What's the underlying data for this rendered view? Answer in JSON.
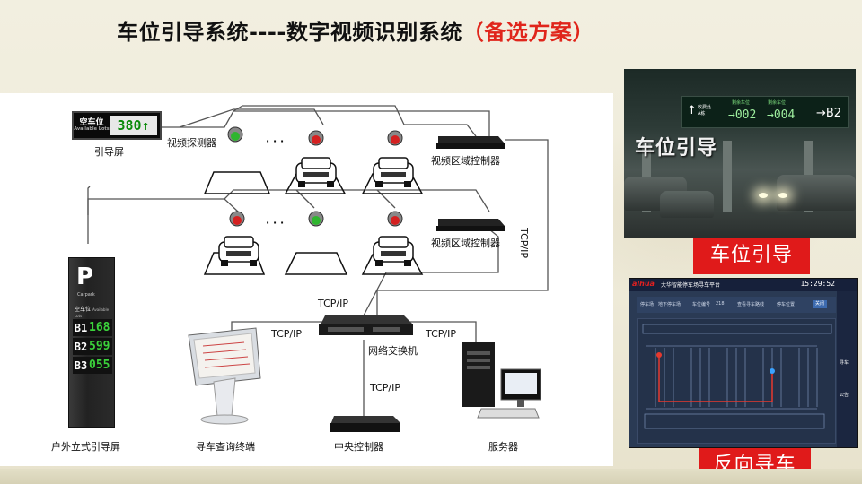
{
  "slide": {
    "title_main": "车位引导系统----数字视频识别系统",
    "title_highlight": "（备选方案）"
  },
  "diagram": {
    "guide_screen": {
      "label_cn": "空车位",
      "label_en": "Available Lots",
      "value": "380",
      "arrow": "up-arrow-icon"
    },
    "labels": {
      "guide_screen": "引导屏",
      "video_detector": "视频探测器",
      "dots1": "· · ·",
      "dots2": "· · ·",
      "zone_controller_1": "视频区域控制器",
      "zone_controller_2": "视频区域控制器",
      "tcp_ip_vertical": "TCP/IP",
      "tcp_ip_top": "TCP/IP",
      "tcp_ip_left": "TCP/IP",
      "tcp_ip_right": "TCP/IP",
      "tcp_ip_bottom": "TCP/IP",
      "switch": "网络交换机",
      "outdoor_sign": "户外立式引导屏",
      "query_terminal": "寻车查询终端",
      "central_controller": "中央控制器",
      "server": "服务器"
    },
    "outdoor_sign": {
      "letter": "P",
      "sub": "Carpark",
      "label_cn": "空车位",
      "label_en": "Available Lots",
      "rows": [
        {
          "level": "B1",
          "count": "168"
        },
        {
          "level": "B2",
          "count": "599"
        },
        {
          "level": "B3",
          "count": "055"
        }
      ]
    },
    "colors": {
      "detector_green": "#2fb52f",
      "detector_red": "#d42020",
      "display_green": "#0a8a0a"
    }
  },
  "photo_guide": {
    "sign_left": "↑",
    "sign_left_small": "收费处\nA栋",
    "sign_col1": "剩余车位",
    "sign_col2": "剩余车位",
    "sign_val1": "→002",
    "sign_val2": "→004",
    "sign_right": "→B2",
    "overlay": "车位引导",
    "caption": "车位引导"
  },
  "screen_reverse": {
    "logo": "alhua",
    "title": "大华智能停车场寻车平台",
    "clock": "15:29:52",
    "info": [
      "停车场",
      "地下停车场",
      "车位编号",
      "218",
      "查看寻车路线",
      "停车位置"
    ],
    "button": "关闭",
    "side_items": [
      "寻车",
      "公告"
    ],
    "caption": "反向寻车"
  }
}
